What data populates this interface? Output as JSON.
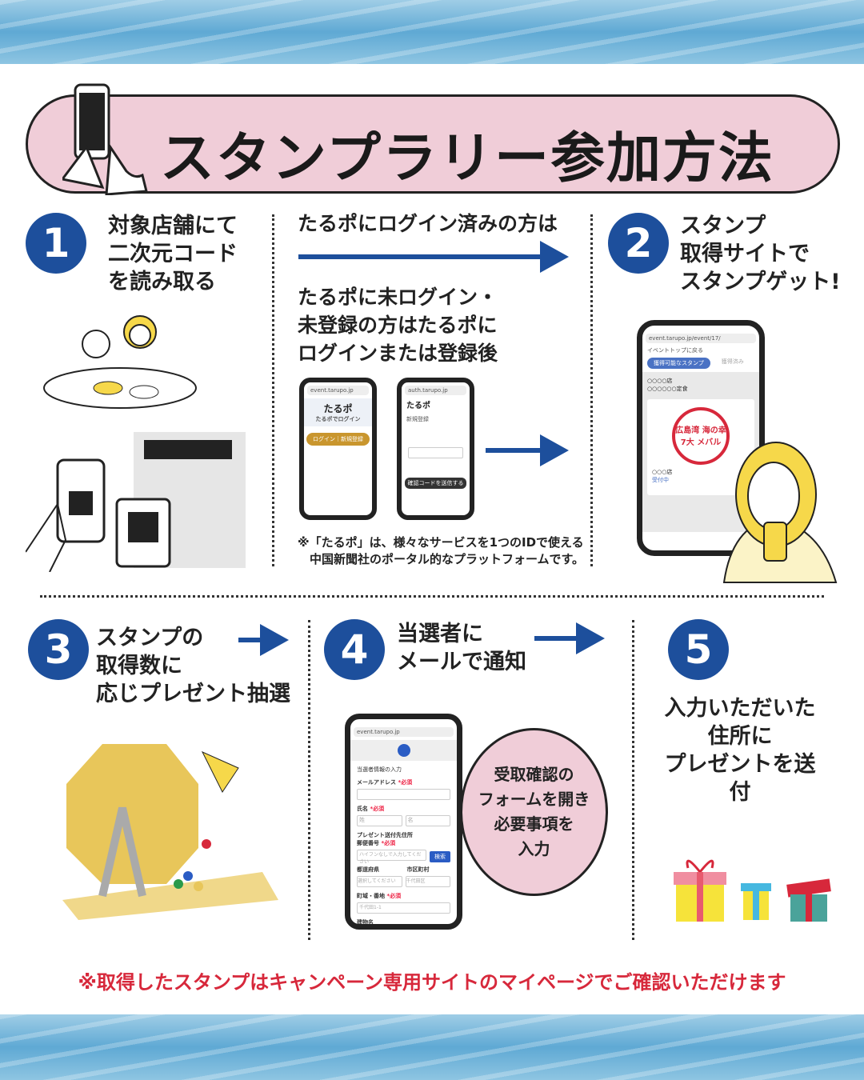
{
  "title": "スタンプラリー参加方法",
  "steps": [
    {
      "number": "1",
      "text": "対象店舗にて\n二次元コード\nを読み取る"
    },
    {
      "number": "2",
      "text": "スタンプ\n取得サイトで\nスタンプゲット!"
    },
    {
      "number": "3",
      "text": "スタンプの\n取得数に\n応じプレゼント抽選"
    },
    {
      "number": "4",
      "text": "当選者に\nメールで通知"
    },
    {
      "number": "5",
      "text": "入力いただいた\n住所に\nプレゼントを送付"
    }
  ],
  "middle": {
    "logged_in": "たるポにログイン済みの方は",
    "not_logged_in": "たるポに未ログイン・\n未登録の方はたるポに\nログインまたは登録後",
    "note": "※「たるポ」は、様々なサービスを1つのIDで使える\n　中国新聞社のポータル的なプラットフォームです。"
  },
  "phone_login": {
    "url": "event.tarupo.jp",
    "logo": "たるポ",
    "heading": "たるポでログイン",
    "button": "ログイン｜新規登録"
  },
  "phone_register": {
    "url": "auth.tarupo.jp",
    "logo": "たるポ",
    "heading": "新規登録",
    "button": "確認コードを送信する"
  },
  "phone_stamp": {
    "url": "event.tarupo.jp/event/17/",
    "back": "イベントトップに戻る",
    "tab_active": "獲得可能なスタンプ",
    "tab_inactive": "獲得済み",
    "shop": "○○○○店",
    "menu": "○○○○○○定食",
    "stamp_text": "広島湾 海の幸 7大 メバル",
    "shop2": "○○○店",
    "status": "受付中"
  },
  "phone_form": {
    "url": "event.tarupo.jp",
    "heading": "当選者情報の入力",
    "email": "メールアドレス",
    "name": "氏名",
    "address": "プレゼント送付先住所",
    "zip": "郵便番号",
    "zip_placeholder": "ハイフンなしで入力してください",
    "search": "検索",
    "pref": "都道府県",
    "pref_placeholder": "選択してください",
    "city": "市区町村",
    "city_placeholder": "千代田区",
    "street": "町域・番地",
    "street_placeholder": "千代田1-1",
    "building": "建物名",
    "required": "*必須",
    "last_placeholder": "姓",
    "first_placeholder": "名"
  },
  "bubble": "受取確認の\nフォームを開き\n必要事項を\n入力",
  "footer": "※取得したスタンプはキャンペーン専用サイトのマイページでご確認いただけます",
  "colors": {
    "accent": "#1d4f9c",
    "pink": "#f0cdd8",
    "footer": "#d7283b"
  }
}
